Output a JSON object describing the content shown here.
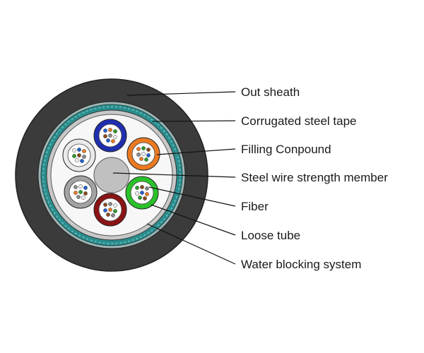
{
  "labels": {
    "out_sheath": "Out sheath",
    "corrugated_steel_tape": "Corrugated steel tape",
    "filling_compound": "Filling Conpound",
    "steel_wire": "Steel wire strength member",
    "fiber": "Fiber",
    "loose_tube": "Loose tube",
    "water_blocking": "Water blocking system"
  },
  "colors": {
    "sheath": "#3b3b3b",
    "steel_tape": "#2a8c8c",
    "inner_ring": "#c8c8c8",
    "core_fill": "#f7f7f7",
    "strength_member": "#c0c0c0"
  },
  "loose_tubes": [
    {
      "name": "blue-tube",
      "color": "#1f2fb0"
    },
    {
      "name": "orange-tube",
      "color": "#ea7a22"
    },
    {
      "name": "green-tube",
      "color": "#29c22a"
    },
    {
      "name": "red-tube",
      "color": "#8b1414"
    },
    {
      "name": "gray-tube",
      "color": "#a3a3a3"
    },
    {
      "name": "white-tube",
      "color": "#eaeaea"
    }
  ],
  "fiber_colors": [
    "#1f5fd0",
    "#ea7a22",
    "#2a9c2a",
    "#8b4a1a",
    "#8a8a8a",
    "#f2f2f2"
  ]
}
